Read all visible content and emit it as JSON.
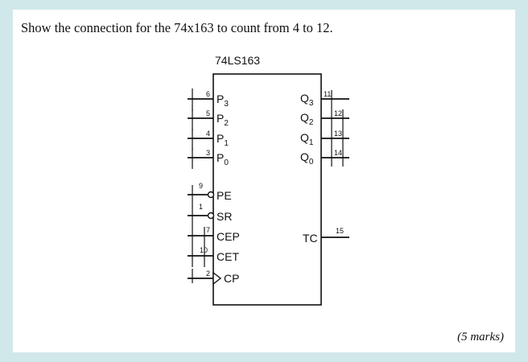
{
  "question": {
    "text": "Show the connection for the 74x163 to count from 4 to 12.",
    "marks": "(5 marks)"
  },
  "chip": {
    "title": "74LS163",
    "left_pins": [
      {
        "num": "6",
        "label": "P",
        "sub": "3"
      },
      {
        "num": "5",
        "label": "P",
        "sub": "2"
      },
      {
        "num": "4",
        "label": "P",
        "sub": "1"
      },
      {
        "num": "3",
        "label": "P",
        "sub": "0"
      },
      {
        "num": "9",
        "label": "PE",
        "sub": ""
      },
      {
        "num": "1",
        "label": "SR",
        "sub": ""
      },
      {
        "num": "7",
        "label": "CEP",
        "sub": ""
      },
      {
        "num": "10",
        "label": "CET",
        "sub": ""
      },
      {
        "num": "2",
        "label": "CP",
        "sub": ""
      }
    ],
    "right_pins": [
      {
        "num": "11",
        "label": "Q",
        "sub": "3"
      },
      {
        "num": "12",
        "label": "Q",
        "sub": "2"
      },
      {
        "num": "13",
        "label": "Q",
        "sub": "1"
      },
      {
        "num": "14",
        "label": "Q",
        "sub": "0"
      },
      {
        "num": "15",
        "label": "TC",
        "sub": ""
      }
    ]
  }
}
